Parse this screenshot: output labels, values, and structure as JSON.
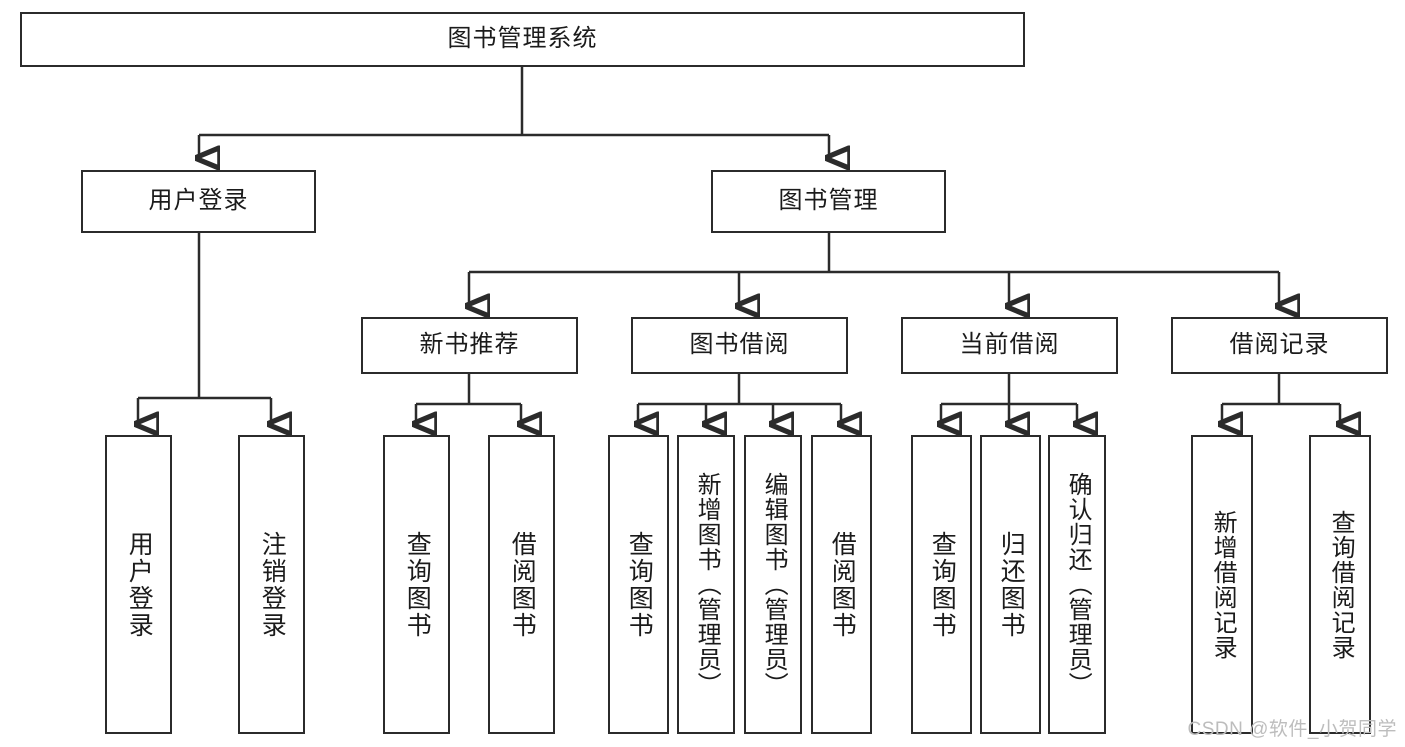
{
  "diagram": {
    "type": "tree",
    "title": "图书管理系统",
    "watermark": "CSDN @软件_小贺同学",
    "colors": {
      "stroke": "#2b2b2b",
      "fill": "#ffffff",
      "text": "#1b1b1b",
      "watermark": "#bdbdbd"
    },
    "nodes": {
      "root": {
        "label": "图书管理系统",
        "level": 1
      },
      "l2": [
        {
          "id": "user-login",
          "label": "用户登录"
        },
        {
          "id": "book-manage",
          "label": "图书管理"
        }
      ],
      "l3": [
        {
          "id": "new-book-recommend",
          "label": "新书推荐"
        },
        {
          "id": "book-borrow",
          "label": "图书借阅"
        },
        {
          "id": "current-borrow",
          "label": "当前借阅"
        },
        {
          "id": "borrow-record",
          "label": "借阅记录"
        }
      ],
      "leaves": {
        "user_login": [
          {
            "id": "leaf-user-login",
            "label": "用户登录"
          },
          {
            "id": "leaf-logout-login",
            "label": "注销登录"
          }
        ],
        "new_book_recommend": [
          {
            "id": "leaf-query-book-1",
            "label": "查询图书"
          },
          {
            "id": "leaf-borrow-book-1",
            "label": "借阅图书"
          }
        ],
        "book_borrow": [
          {
            "id": "leaf-query-book-2",
            "label": "查询图书"
          },
          {
            "id": "leaf-add-book",
            "label": "新增图书（管理员）"
          },
          {
            "id": "leaf-edit-book",
            "label": "编辑图书（管理员）"
          },
          {
            "id": "leaf-borrow-book-2",
            "label": "借阅图书"
          }
        ],
        "current_borrow": [
          {
            "id": "leaf-query-book-3",
            "label": "查询图书"
          },
          {
            "id": "leaf-return-book",
            "label": "归还图书"
          },
          {
            "id": "leaf-confirm-return",
            "label": "确认归还（管理员）"
          }
        ],
        "borrow_record": [
          {
            "id": "leaf-add-record",
            "label": "新增借阅记录"
          },
          {
            "id": "leaf-query-record",
            "label": "查询借阅记录"
          }
        ]
      }
    }
  }
}
